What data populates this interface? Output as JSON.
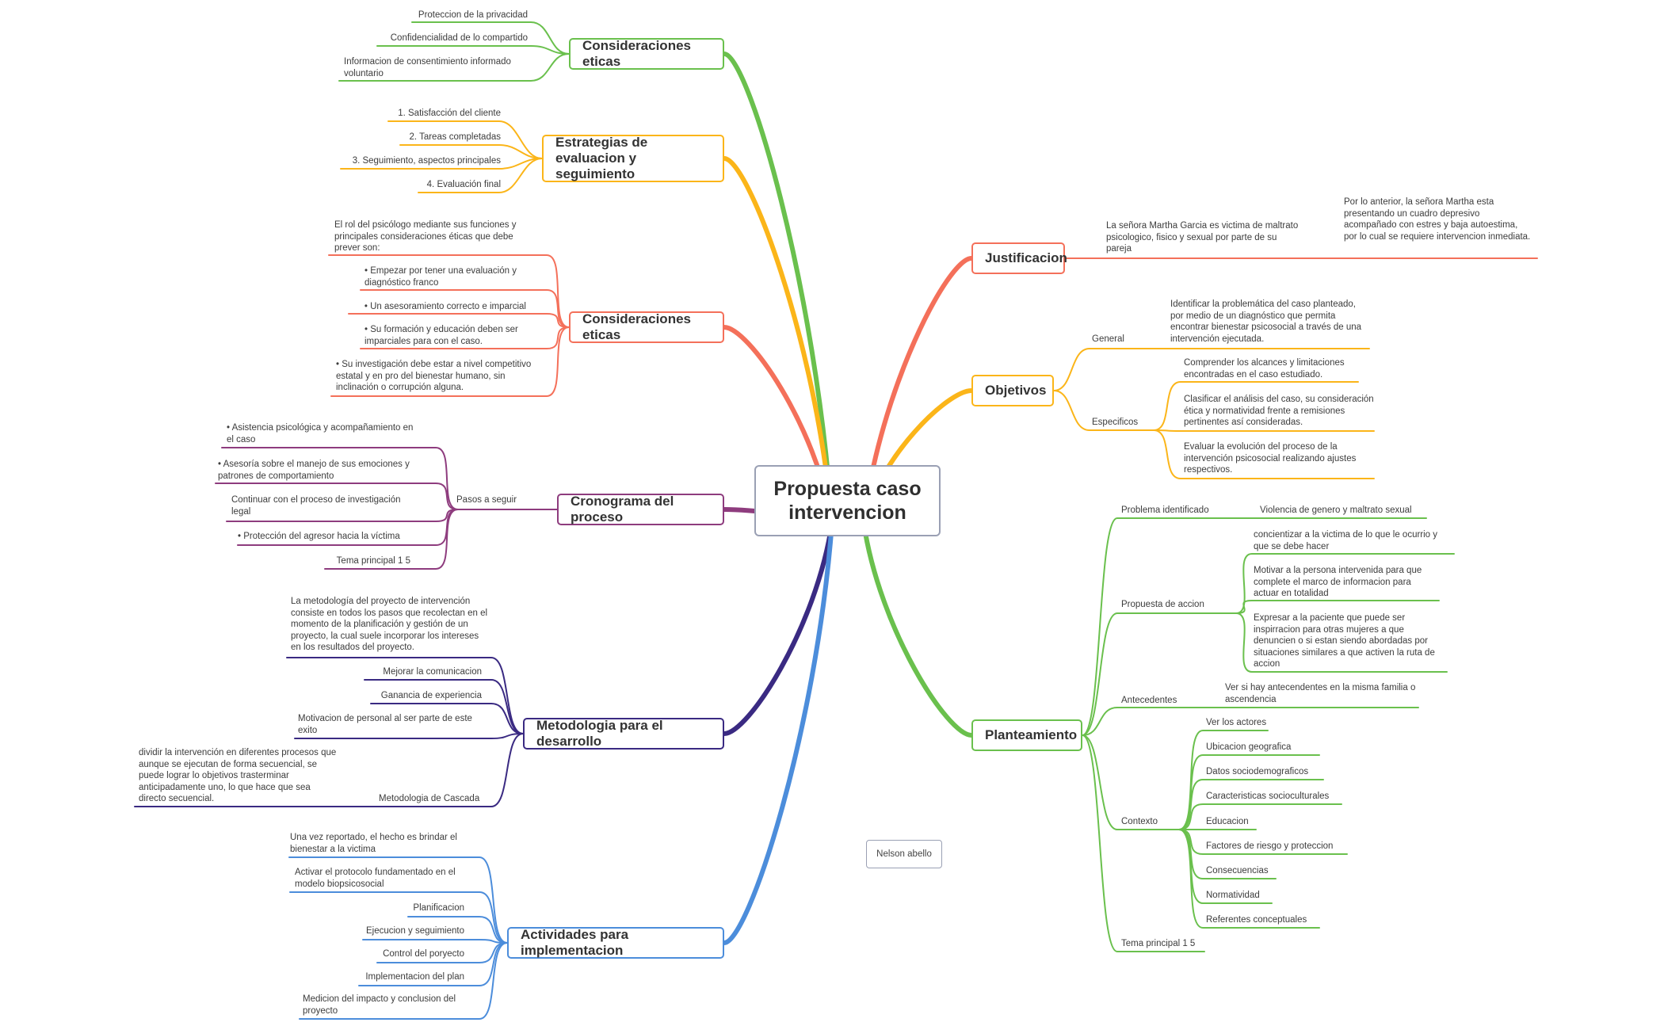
{
  "map": {
    "central": "Propuesta caso intervencion",
    "floating_label": "Nelson abello",
    "colors": {
      "green": "#6ac04d",
      "yellow": "#fbb519",
      "red": "#f4705a",
      "purple": "#8e3c7e",
      "navy": "#3a2a82",
      "blue": "#4c8ddb",
      "center_border": "#9aa0b4"
    },
    "left": {
      "etica1": {
        "title": "Consideraciones eticas",
        "items": [
          "Proteccion de la privacidad",
          "Confidencialidad de lo compartido",
          "Informacion de consentimiento informado voluntario"
        ]
      },
      "estrategias": {
        "title": "Estrategias de evaluacion y seguimiento",
        "items": [
          "1. Satisfacción del cliente",
          "2. Tareas completadas",
          "3. Seguimiento, aspectos principales",
          "4. Evaluación final"
        ]
      },
      "etica2": {
        "title": "Consideraciones eticas",
        "items": [
          "El rol del psicólogo mediante sus funciones y principales consideraciones éticas que debe prever son:",
          "• Empezar por tener una evaluación y diagnóstico franco",
          "• Un asesoramiento correcto e imparcial",
          "• Su formación y educación deben ser imparciales para con el caso.",
          "• Su investigación debe estar a nivel competitivo estatal y en pro del bienestar humano, sin inclinación o corrupción alguna."
        ]
      },
      "cronograma": {
        "title": "Cronograma del proceso",
        "sub": "Pasos a seguir",
        "items": [
          "• Asistencia psicológica y acompañamiento en el caso",
          "• Asesoría sobre el manejo de sus emociones y patrones de comportamiento",
          "Continuar con el proceso de investigación legal",
          "• Protección del agresor hacia la víctima",
          "Tema principal 1 5"
        ]
      },
      "metodologia": {
        "title": "Metodologia para el desarrollo",
        "items": [
          "La metodología del proyecto de intervención consiste en todos los pasos que recolectan en el momento de la planificación y gestión de un proyecto, la cual suele incorporar los intereses en los resultados del proyecto.",
          "Mejorar la comunicacion",
          "Ganancia de experiencia",
          "Motivacion de personal al ser parte de este exito"
        ],
        "cascada_label": "Metodologia de Cascada",
        "cascada_text": "dividir la intervención en diferentes procesos que aunque se ejecutan de forma secuencial, se puede lograr lo objetivos trasterminar anticipadamente uno, lo que hace que sea directo secuencial."
      },
      "actividades": {
        "title": "Actividades para implementacion",
        "items": [
          "Una vez reportado, el hecho es brindar el bienestar a la victima",
          "Activar el protocolo fundamentado en el modelo biopsicosocial",
          "Planificacion",
          "Ejecucion y seguimiento",
          "Control del poryecto",
          "Implementacion del plan",
          "Medicion del impacto y conclusion del proyecto"
        ]
      }
    },
    "right": {
      "justificacion": {
        "title": "Justificacion",
        "item1": "La señora Martha Garcia es victima de maltrato psicologico, fisico y sexual por parte de su pareja",
        "item2": "Por lo anterior, la señora Martha esta presentando un cuadro depresivo acompañado con estres y baja autoestima, por lo cual se requiere intervencion inmediata."
      },
      "objetivos": {
        "title": "Objetivos",
        "general_label": "General",
        "general_text": "Identificar la problemática del caso planteado, por medio de un  diagnóstico que permita encontrar bienestar psicosocial a través de una intervención ejecutada.",
        "especificos_label": "Especificos",
        "especificos": [
          "Comprender los alcances y limitaciones encontradas en el caso estudiado.",
          "Clasificar el análisis del caso, su consideración ética y normatividad frente a remisiones pertinentes así consideradas.",
          "Evaluar la evolución del proceso de la intervención psicosocial realizando ajustes respectivos."
        ]
      },
      "planteamiento": {
        "title": "Planteamiento",
        "problema_label": "Problema identificado",
        "problema_text": "Violencia de genero y maltrato sexual",
        "propuesta_label": "Propuesta de accion",
        "propuesta_items": [
          "concientizar a la victima de lo que le ocurrio y que se debe hacer",
          "Motivar a la persona intervenida para que complete el marco de informacion para actuar en totalidad",
          "Expresar a la paciente que puede ser inspirracion para otras mujeres a que denuncien o si estan siendo abordadas por situaciones similares a que activen la ruta de accion"
        ],
        "antecedentes_label": "Antecedentes",
        "antecedentes_text": "Ver si hay antecendentes en la misma familia o ascendencia",
        "contexto_label": "Contexto",
        "contexto_items": [
          "Ver los actores",
          "Ubicacion geografica",
          "Datos sociodemograficos",
          "Caracteristicas socioculturales",
          "Educacion",
          "Factores de riesgo y proteccion",
          "Consecuencias",
          "Normatividad",
          "Referentes conceptuales"
        ],
        "tema_label": "Tema principal 1 5"
      }
    }
  }
}
